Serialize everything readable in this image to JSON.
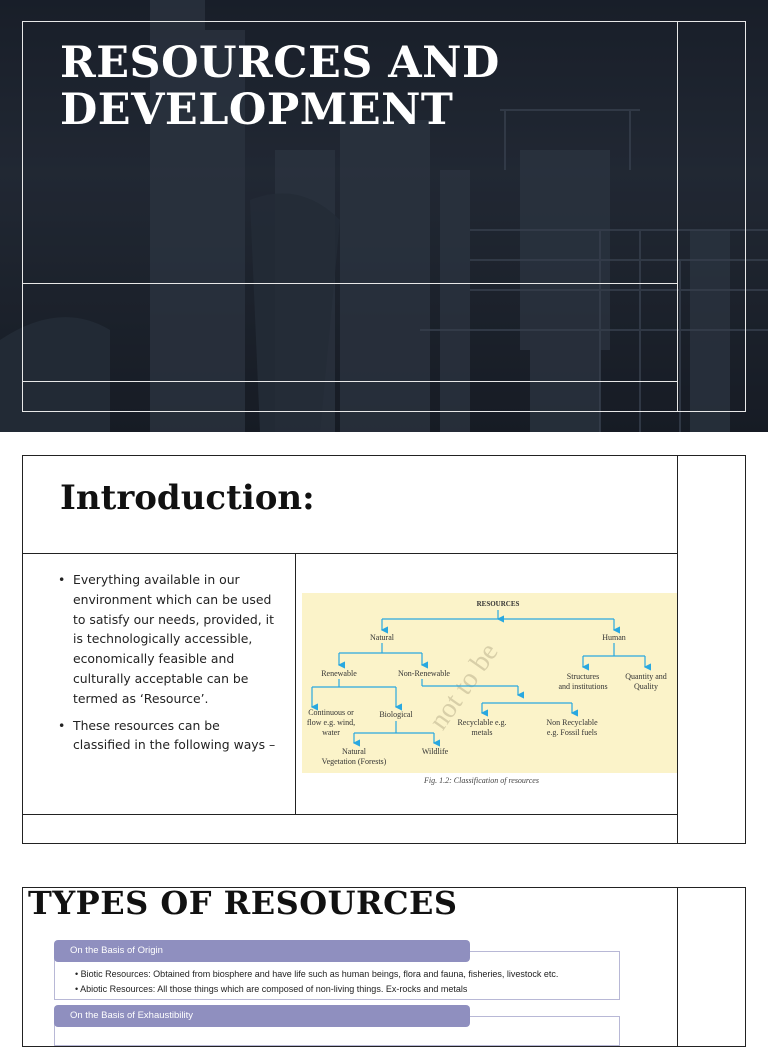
{
  "slide1": {
    "title_line1": "RESOURCES AND",
    "title_line2": "DEVELOPMENT"
  },
  "slide2": {
    "title": "Introduction:",
    "bullets": [
      "Everything available in our environment which can be used to satisfy our needs, provided, it is technologically accessible, economically feasible and culturally acceptable can be termed as ‘Resource’.",
      "These resources can be classified in the following ways –"
    ],
    "figure": {
      "root": "RESOURCES",
      "natural": "Natural",
      "human": "Human",
      "renewable": "Renewable",
      "non_renewable": "Non-Renewable",
      "continuous_1": "Continuous or",
      "continuous_2": "flow e.g. wind,",
      "continuous_3": "water",
      "biological": "Biological",
      "natural_vegetation_1": "Natural",
      "natural_vegetation_2": "Vegetation (Forests)",
      "wildlife": "Wildlife",
      "recyclable_1": "Recyclable e.g.",
      "recyclable_2": "metals",
      "non_recyclable_1": "Non Recyclable",
      "non_recyclable_2": "e.g. Fossil fuels",
      "structures_1": "Structures",
      "structures_2": "and institutions",
      "quantity_1": "Quantity and",
      "quantity_2": "Quality",
      "watermark": "not to be",
      "caption": "Fig. 1.2:  Classification of resources"
    }
  },
  "slide3": {
    "title": "TYPES OF RESOURCES",
    "sections": [
      {
        "heading": "On the Basis of Origin",
        "items": [
          "Biotic Resources: Obtained from biosphere and have life such as human beings, flora and fauna, fisheries, livestock etc.",
          "Abiotic Resources: All those things which are composed of non-living things. Ex-rocks and metals"
        ]
      },
      {
        "heading": "On the Basis of Exhaustibility",
        "items": []
      }
    ]
  },
  "colors": {
    "slide1_bg": "#1d2430",
    "pill": "#8f8fbf",
    "arrow": "#29a8e0",
    "figure_bg": "#fbf3c9"
  }
}
